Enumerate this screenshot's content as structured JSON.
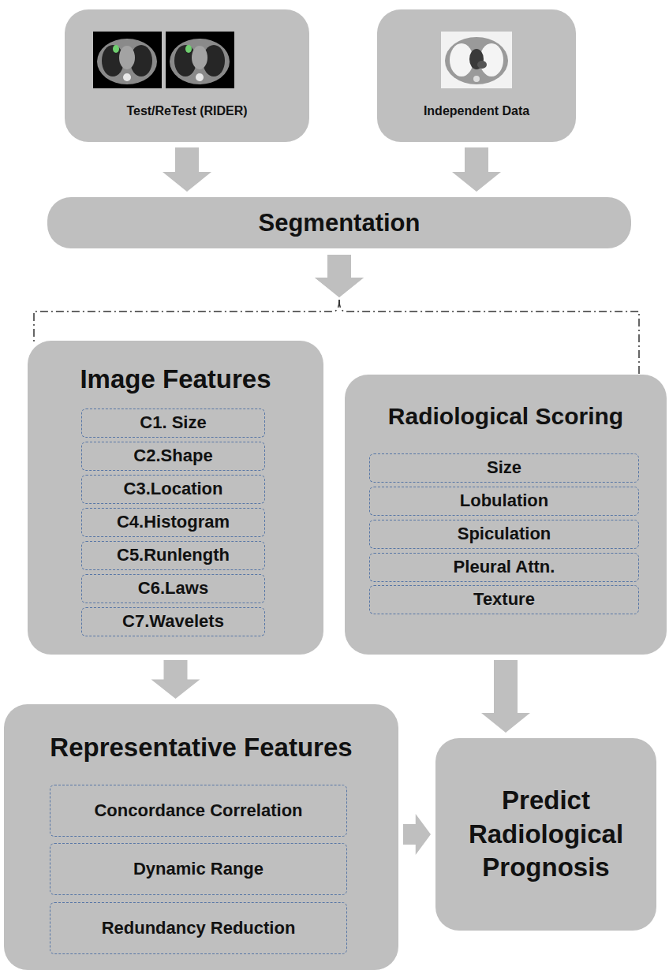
{
  "diagram": {
    "nodes": [
      {
        "text": [
          "Test/ReTest (RIDER)"
        ]
      },
      {
        "text": [
          "Independent Data"
        ]
      },
      {
        "text": [
          "Segmentation"
        ]
      },
      {
        "text": [
          "Image Features"
        ]
      },
      {
        "text": [
          "C1. Size"
        ],
        "in": 3
      },
      {
        "text": [
          "C2.Shape"
        ],
        "in": 3
      },
      {
        "text": [
          "C3.Location"
        ],
        "in": 3
      },
      {
        "text": [
          "C4.Histogram"
        ],
        "in": 3
      },
      {
        "text": [
          "C5.Runlength"
        ],
        "in": 3
      },
      {
        "text": [
          "C6.Laws"
        ],
        "in": 3
      },
      {
        "text": [
          "C7.Wavelets"
        ],
        "in": 3
      },
      {
        "text": [
          "Radiological Scoring"
        ]
      },
      {
        "text": [
          "Size"
        ],
        "in": 11
      },
      {
        "text": [
          "Lobulation"
        ],
        "in": 11
      },
      {
        "text": [
          "Spiculation"
        ],
        "in": 11
      },
      {
        "text": [
          "Pleural Attn."
        ],
        "in": 11
      },
      {
        "text": [
          "Texture"
        ],
        "in": 11
      },
      {
        "text": [
          "Representative Features"
        ]
      },
      {
        "text": [
          "Concordance Correlation"
        ],
        "in": 17
      },
      {
        "text": [
          "Dynamic Range"
        ],
        "in": 17
      },
      {
        "text": [
          "Redundancy Reduction"
        ],
        "in": 17
      },
      {
        "text": [
          "Predict Radiological Prognosis"
        ]
      }
    ],
    "edges": [
      {
        "from": 0,
        "to": 2,
        "arrow": "to"
      },
      {
        "from": 1,
        "to": 2,
        "arrow": "to"
      },
      {
        "from": 2,
        "to": 3,
        "arrow": "to"
      },
      {
        "from": 2,
        "to": 11,
        "arrow": "to"
      },
      {
        "from": 3,
        "to": 17,
        "arrow": "to"
      },
      {
        "from": 11,
        "to": 21,
        "arrow": "to"
      },
      {
        "from": 17,
        "to": 21,
        "arrow": "to"
      }
    ]
  }
}
